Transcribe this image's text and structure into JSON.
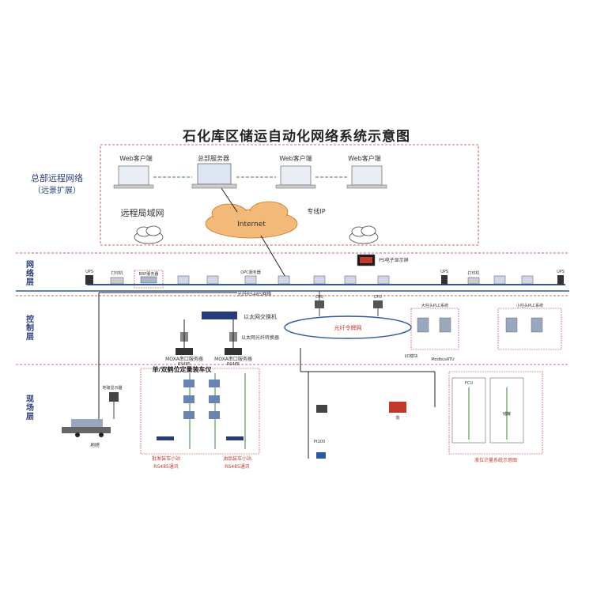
{
  "title": "石化库区储运自动化网络系统示意图",
  "remote": {
    "hq_label_line1": "总部远程网络",
    "hq_label_line2": "（远景扩展）",
    "web_client": "Web客户端",
    "hq_server": "总部服务器",
    "wan_label": "远程局域网",
    "internet": "Internet",
    "dedicated_ip": "专线IP"
  },
  "layers": {
    "network": "网络层",
    "control": "控制层",
    "field": "现场层"
  },
  "network_layer": {
    "ups": "UPS",
    "printer": "打印机",
    "erp_server": "ERP服务器",
    "opc_server": "OPC服务器",
    "ps_display": "PS电子显示屏",
    "rs485_fiber": "光纤RS485网络",
    "ethernet_switch": "以太网交换机",
    "fiber_converter": "以太网光纤转换器",
    "moxa": "MOXA串口服务器",
    "rs485": "RS485",
    "fiber_ring": "光纤令牌网",
    "cpu": "CPU",
    "plc_left": "大柱头PLC系统",
    "plc_right": "小柱头PLC系统",
    "modbus": "ModbusRTU",
    "io": "I/O模块"
  },
  "field_layer": {
    "truck_scale": "地磅",
    "scale_display": "地磅显示器",
    "loading_title": "单/双鹤位定量装车仪",
    "left_bottom_line1": "批发装车小站",
    "left_bottom_line2": "RS485通讯",
    "right_bottom_line1": "油品装车小站",
    "right_bottom_line2": "RS485通讯",
    "pump_caption": "泵",
    "ptemp": "Pt100",
    "tank_caption": "液位计量系统示意图",
    "fcu": "FCU",
    "tank": "储罐"
  },
  "colors": {
    "network_band": "#e8eef6",
    "dashed_border": "#c0392b",
    "bus_blue": "#2e5a9b",
    "cloud": "#cccccc",
    "green_line": "#3a8a3a"
  }
}
